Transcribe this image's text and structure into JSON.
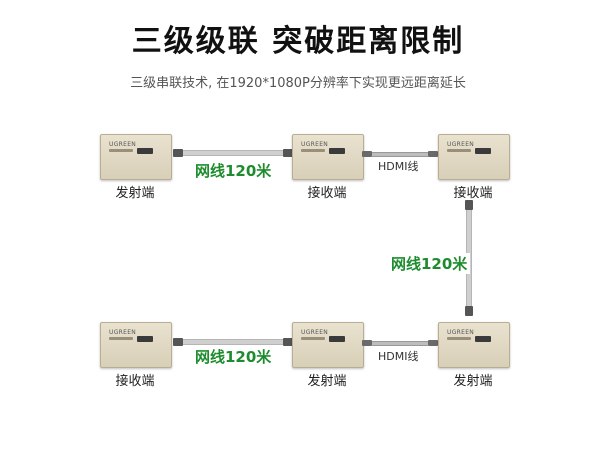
{
  "header": {
    "title": "三级级联 突破距离限制",
    "subtitle": "三级串联技术, 在1920*1080P分辨率下实现更远距离延长"
  },
  "device": {
    "brand": "UGREEN"
  },
  "row1": {
    "device1_label": "发射端",
    "device2_label": "接收端",
    "device3_label": "接收端",
    "network_cable_label": "网线120米",
    "hdmi_label": "HDMI线"
  },
  "vertical": {
    "network_cable_label": "网线120米"
  },
  "row2": {
    "device1_label": "接收端",
    "device2_label": "发射端",
    "device3_label": "发射端",
    "network_cable_label": "网线120米",
    "hdmi_label": "HDMI线"
  },
  "colors": {
    "accent_green": "#1e8c2e",
    "device_body": "#e9e2cf"
  }
}
